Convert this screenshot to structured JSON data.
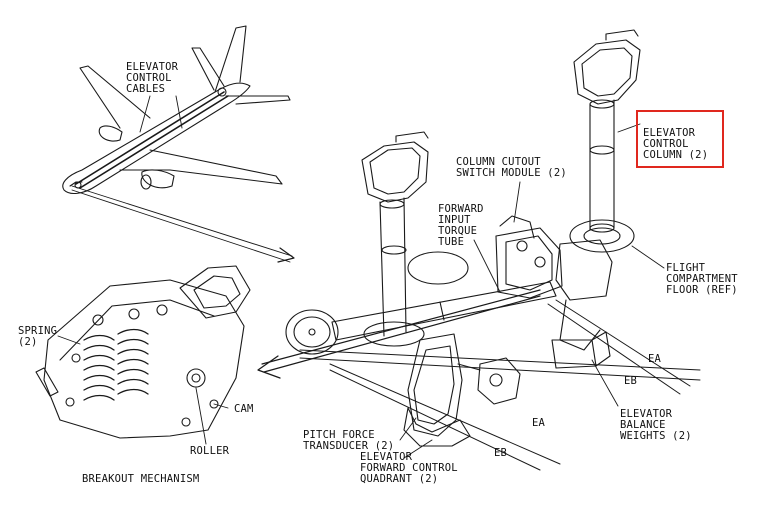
{
  "labels": {
    "elevator_control_cables": "ELEVATOR\nCONTROL\nCABLES",
    "elevator_control_column": "ELEVATOR\nCONTROL\nCOLUMN (2)",
    "column_cutout_switch_module": "COLUMN CUTOUT\nSWITCH MODULE (2)",
    "forward_input_torque_tube": "FORWARD\nINPUT\nTORQUE\nTUBE",
    "flight_compartment_floor": "FLIGHT\nCOMPARTMENT\nFLOOR (REF)",
    "spring": "SPRING\n(2)",
    "cam": "CAM",
    "roller": "ROLLER",
    "breakout_mechanism": "BREAKOUT MECHANISM",
    "pitch_force_transducer": "PITCH FORCE\nTRANSDUCER (2)",
    "elevator_forward_control_quadrant": "ELEVATOR\nFORWARD CONTROL\nQUADRANT (2)",
    "elevator_balance_weights": "ELEVATOR\nBALANCE\nWEIGHTS (2)",
    "ea_upper": "EA",
    "eb_upper": "EB",
    "ea_lower": "EA",
    "eb_lower": "EB"
  },
  "highlight_color": "#e0281e"
}
